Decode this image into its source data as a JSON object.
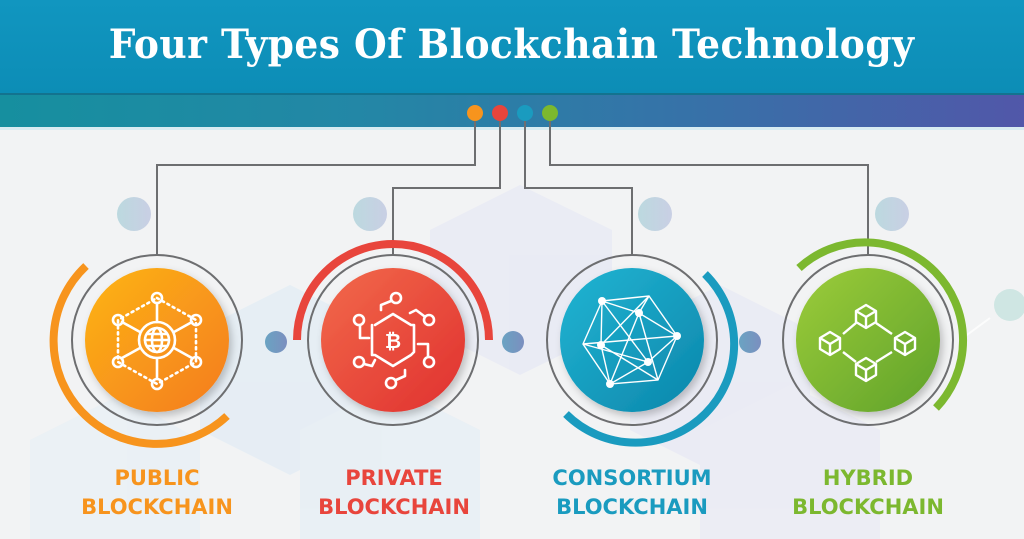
{
  "title": "Four Types Of Blockchain Technology",
  "colors": {
    "title_bar": "#0f8fb8",
    "public": "#f7941d",
    "private": "#e8453c",
    "consortium": "#1a9bbf",
    "hybrid": "#7cb82f",
    "connector": "#6d6e70",
    "background": "#f2f3f4"
  },
  "types": [
    {
      "line1": "PUBLIC",
      "line2": "BLOCKCHAIN",
      "icon": "globe-network-icon",
      "color": "#f7941d"
    },
    {
      "line1": "PRIVATE",
      "line2": "BLOCKCHAIN",
      "icon": "bitcoin-circuit-icon",
      "color": "#e8453c"
    },
    {
      "line1": "CONSORTIUM",
      "line2": "BLOCKCHAIN",
      "icon": "polyhedron-network-icon",
      "color": "#1a9bbf"
    },
    {
      "line1": "HYBRID",
      "line2": "BLOCKCHAIN",
      "icon": "linked-cubes-icon",
      "color": "#7cb82f"
    }
  ]
}
